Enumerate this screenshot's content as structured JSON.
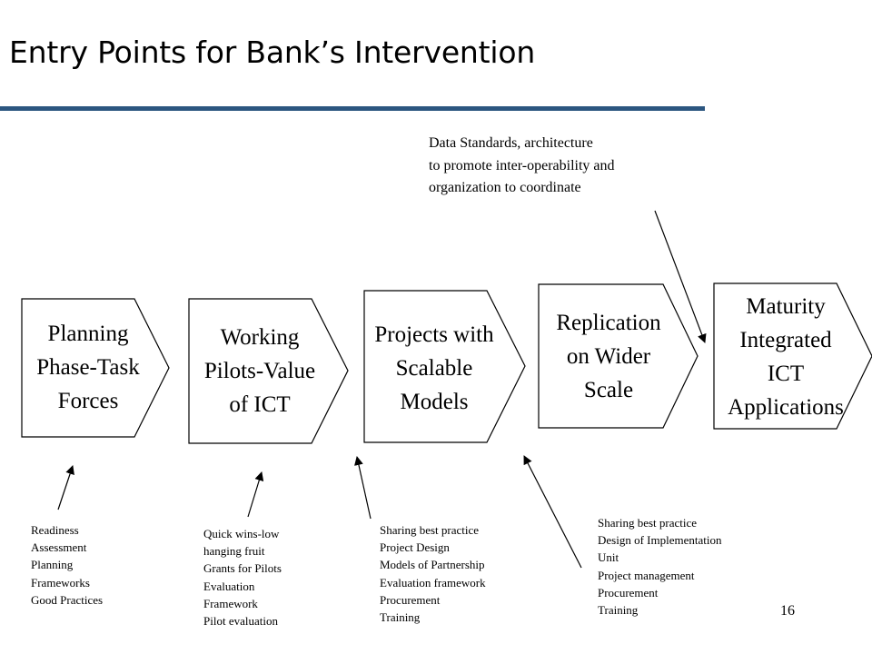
{
  "slide": {
    "title": "Entry Points for Bank’s Intervention",
    "page_number": "16"
  },
  "colors": {
    "title_rule": "#2c5680",
    "stroke": "#000000"
  },
  "callout": {
    "lines": [
      "Data Standards, architecture",
      "to promote inter-operability and",
      "organization to coordinate"
    ]
  },
  "stages": [
    {
      "lines": [
        "Planning",
        "Phase-Task",
        "Forces"
      ]
    },
    {
      "lines": [
        "Working",
        "Pilots-Value",
        "of ICT"
      ]
    },
    {
      "lines": [
        "Projects with",
        "Scalable",
        "Models"
      ]
    },
    {
      "lines": [
        "Replication",
        "on Wider",
        "Scale"
      ]
    },
    {
      "lines": [
        "Maturity",
        "Integrated",
        "ICT",
        "Applications"
      ]
    }
  ],
  "notes": [
    {
      "lines": [
        "Readiness",
        "Assessment",
        "Planning",
        "Frameworks",
        "Good Practices"
      ]
    },
    {
      "lines": [
        "Quick wins-low",
        "hanging fruit",
        "Grants for Pilots",
        "Evaluation",
        "Framework",
        "Pilot evaluation"
      ]
    },
    {
      "lines": [
        "Sharing best practice",
        "Project Design",
        "Models of Partnership",
        "Evaluation framework",
        "Procurement",
        "Training"
      ]
    },
    {
      "lines": [
        "Sharing best practice",
        "Design of Implementation",
        "Unit",
        "Project management",
        "Procurement",
        "Training"
      ]
    }
  ]
}
